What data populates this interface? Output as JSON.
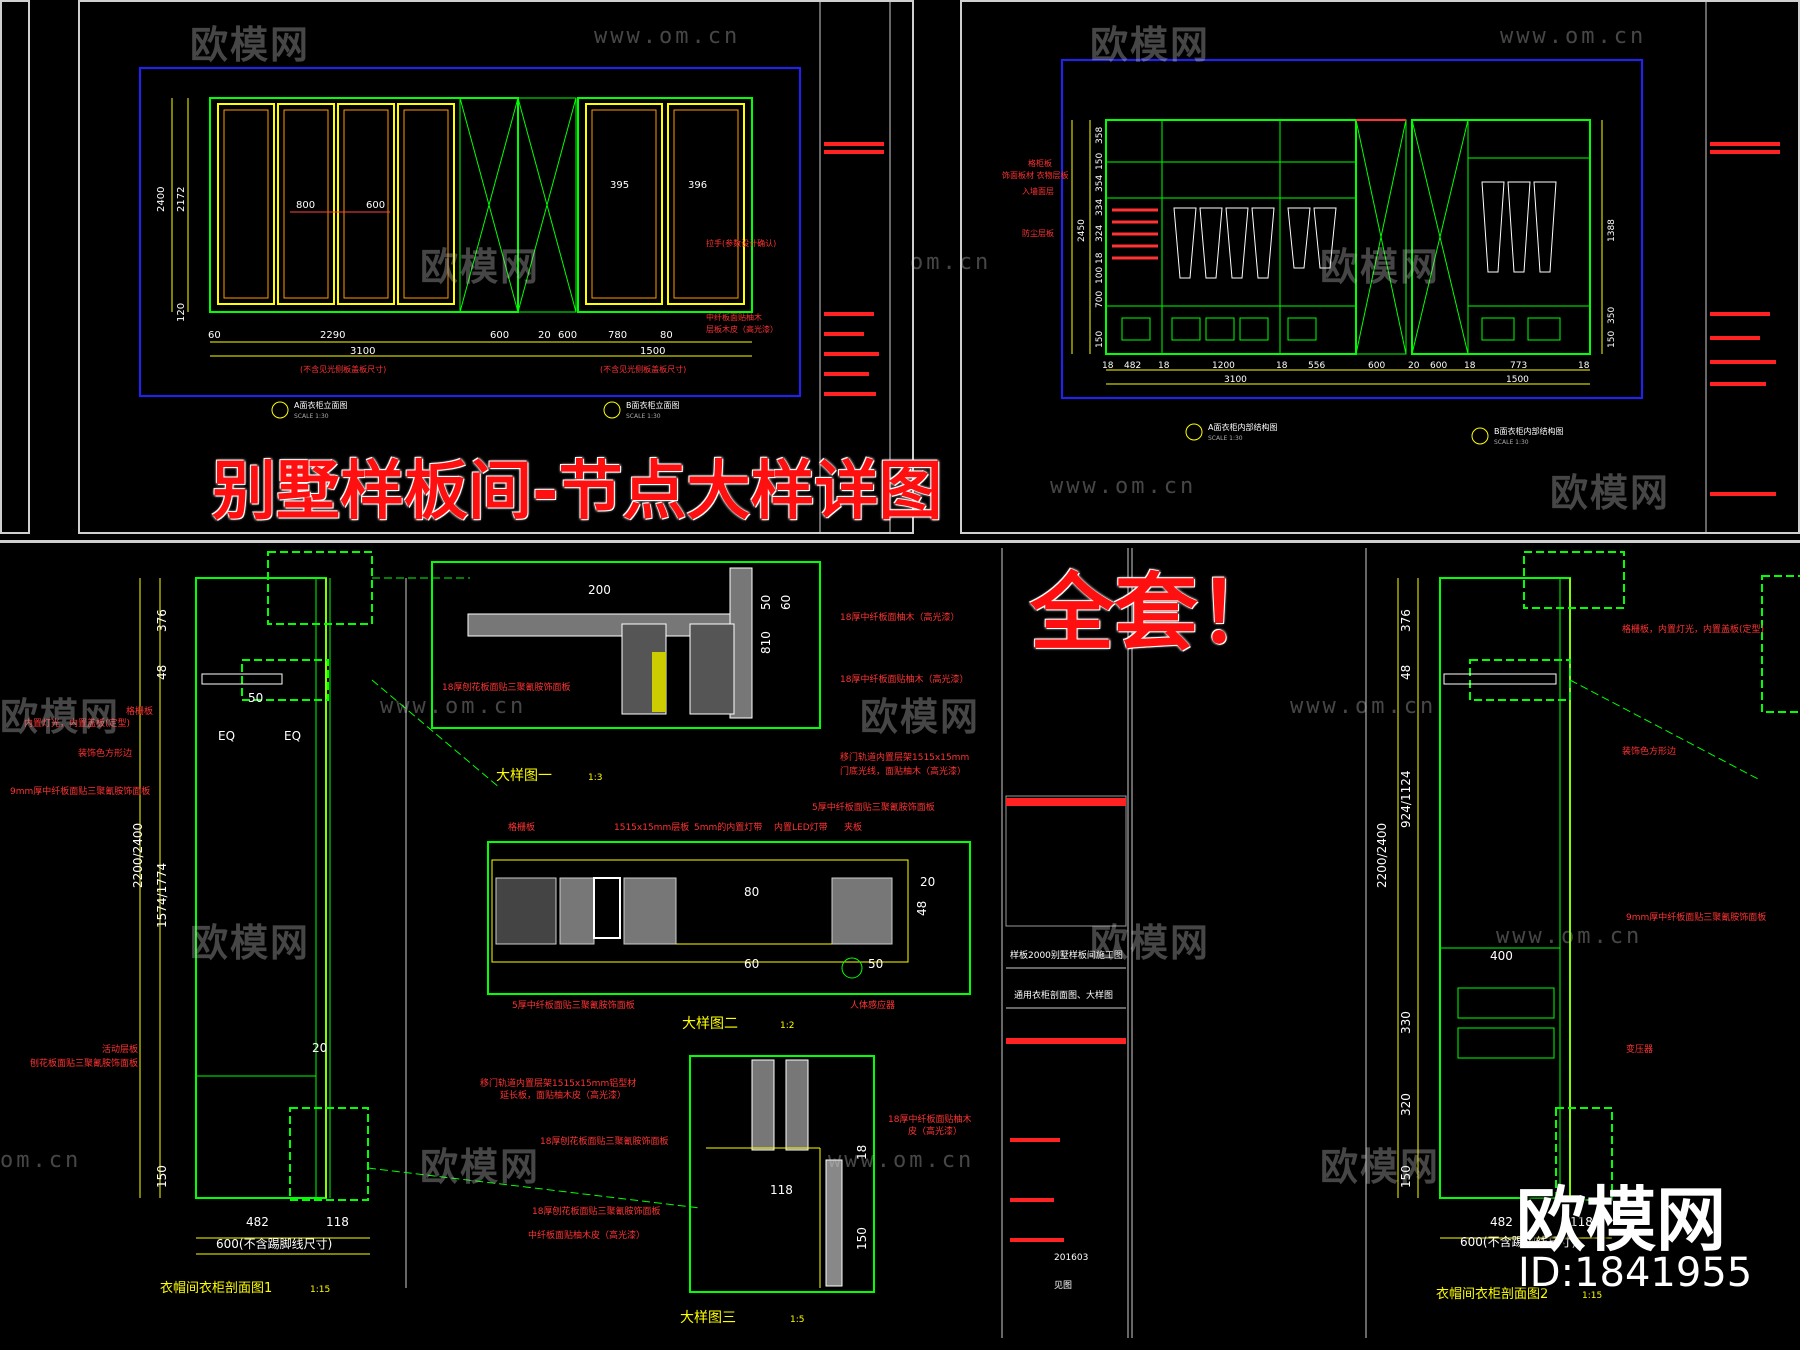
{
  "headline": "别墅样板间-节点大样详图",
  "subheadline": "全套！",
  "watermark": {
    "logo_text": "欧模网",
    "url": "www.om.cn",
    "url_short": "om.cn"
  },
  "brand": {
    "logo": "欧模网",
    "id": "ID:1841955"
  },
  "top_left": {
    "dims_top": [
      "800",
      "600",
      "395",
      "396"
    ],
    "dims_left": [
      "2400",
      "2172",
      "120"
    ],
    "dims_bottom": [
      "60",
      "2290",
      "600",
      "20",
      "600",
      "780",
      "80"
    ],
    "dims_total": [
      "3100",
      "1500"
    ],
    "note_bottom": [
      "(不含见光侧板盖板尺寸)",
      "(不含见光侧板盖板尺寸)"
    ],
    "annotation": [
      "拉手(参数设计确认)",
      "中纤板面贴柚木",
      "层板木皮（高光漆）"
    ],
    "caption": [
      "A面衣柜立面图",
      "B面衣柜立面图"
    ],
    "scale": "SCALE 1:30"
  },
  "top_right": {
    "dims_left": [
      "358",
      "150",
      "354",
      "334",
      "324",
      "2450",
      "18",
      "100",
      "700",
      "150"
    ],
    "dims_bottom": [
      "18",
      "482",
      "18",
      "1200",
      "18",
      "556",
      "600",
      "20",
      "600",
      "18",
      "773",
      "18"
    ],
    "dims_total": [
      "3100",
      "1500"
    ],
    "dims_right": [
      "1388",
      "350",
      "150"
    ],
    "annotation": [
      "格柜板",
      "饰面板材 衣物层板",
      "入墙面层",
      "防尘层板"
    ],
    "caption": [
      "A面衣柜内部结构图",
      "B面衣柜内部结构图"
    ],
    "scale": "SCALE 1:30"
  },
  "section1": {
    "dims_left": [
      "376",
      "48",
      "2200/2400",
      "1574/1774",
      "150"
    ],
    "dims_bottom": [
      "482",
      "118"
    ],
    "total": "600(不含踢脚线尺寸)",
    "eq": "EQ",
    "annotation": [
      "格栅板",
      "内置灯光，内置盖板(定型)",
      "装饰色方形边",
      "9mm厚中纤板面贴三聚氰胺饰面板",
      "活动层板",
      "刨花板面贴三聚氰胺饰面板"
    ],
    "small_dims": [
      "50",
      "20"
    ],
    "caption": "衣帽间衣柜剖面图1",
    "scale": "1:15"
  },
  "detail1": {
    "dims": [
      "200",
      "50",
      "60",
      "810"
    ],
    "annotation": [
      "18厚中纤板面柚木（高光漆）",
      "18厚中纤板面贴柚木（高光漆）",
      "18厚刨花板面贴三聚氰胺饰面板",
      "移门轨道内置层架1515x15mm",
      "门底光线，面贴柚木（高光漆）"
    ],
    "caption": "大样图一",
    "scale": "1:3"
  },
  "detail2": {
    "dims": [
      "80",
      "20",
      "48",
      "60",
      "50"
    ],
    "annotation": [
      "格栅板",
      "1515x15mm层板",
      "5mm的内置灯带",
      "内置LED灯带",
      "夹板",
      "5厚中纤板面贴三聚氰胺饰面板",
      "5厚中纤板面贴三聚氰胺饰面板",
      "人体感应器"
    ],
    "caption": "大样图二",
    "scale": "1:2"
  },
  "detail3": {
    "dims": [
      "118",
      "18",
      "150"
    ],
    "annotation": [
      "移门轨道内置层架1515x15mm铝型材",
      "延长板，面贴柚木皮（高光漆）",
      "18厚刨花板面贴三聚氰胺饰面板",
      "18厚中纤板面贴柚木",
      "皮（高光漆）",
      "18厚刨花板面贴三聚氰胺饰面板",
      "中纤板面贴柚木皮（高光漆）"
    ],
    "caption": "大样图三",
    "scale": "1:5"
  },
  "section2": {
    "dims_left": [
      "376",
      "48",
      "924/1124",
      "2200/2400",
      "330",
      "320",
      "150"
    ],
    "dims_bottom": [
      "482",
      "118"
    ],
    "inner_dim": "400",
    "total": "600(不含踢脚线尺寸)",
    "annotation": [
      "格栅板，内置灯光，内置盖板(定型)",
      "装饰色方形边",
      "9mm厚中纤板面贴三聚氰胺饰面板",
      "变压器"
    ],
    "caption": "衣帽间衣柜剖面图2",
    "scale": "1:15"
  },
  "title_block_center": {
    "project": "样板2000别墅样板间施工图",
    "drawing": "通用衣柜剖面图、大样图",
    "date": "201603",
    "sheet": "见图"
  },
  "colors": {
    "cad_green": "#00ff00",
    "cad_yellow": "#ffff00",
    "cad_red": "#ff0000",
    "cad_blue": "#2020ff",
    "cad_white": "#ffffff",
    "headline_red": "#ff1010"
  }
}
